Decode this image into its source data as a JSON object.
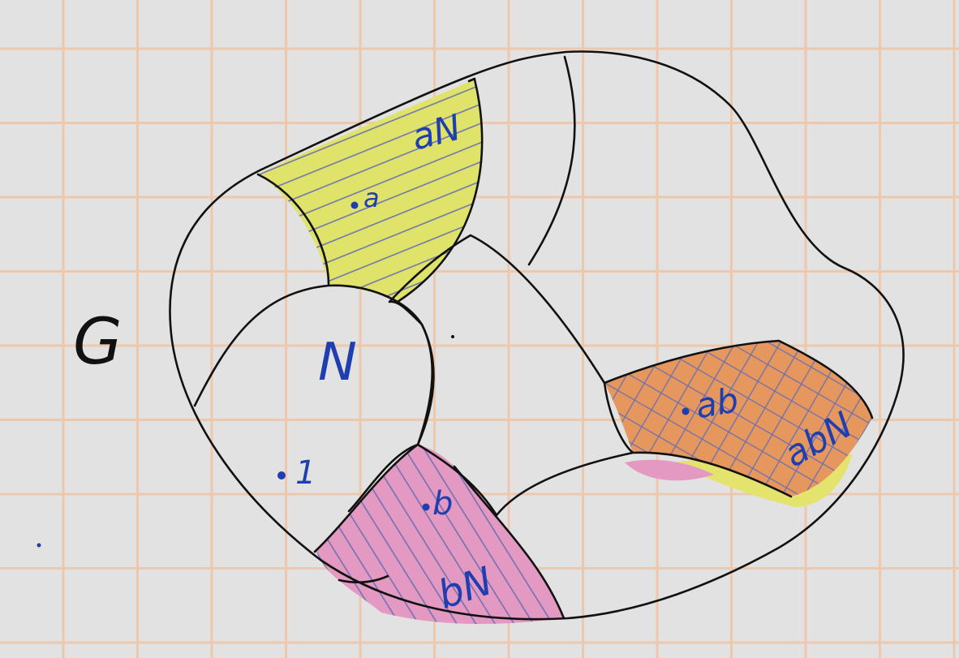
{
  "labels": {
    "group": "G",
    "subgroup": "N",
    "coset_a": "aN",
    "coset_b": "bN",
    "coset_ab": "abN",
    "elem_identity": "1",
    "elem_a": "a",
    "elem_b": "b",
    "elem_ab": "ab"
  },
  "colors": {
    "background": "#e2e2e2",
    "grid_line": "#eec8ac",
    "outline": "#111111",
    "label_ink": "#1f3fb0",
    "coset_a_fill": "#dfe36a",
    "coset_b_fill": "#e399c1",
    "coset_ab_fill": "#e5975d",
    "coset_ab_stray": "#e3e36e",
    "hatch": "#6a6fb0"
  }
}
